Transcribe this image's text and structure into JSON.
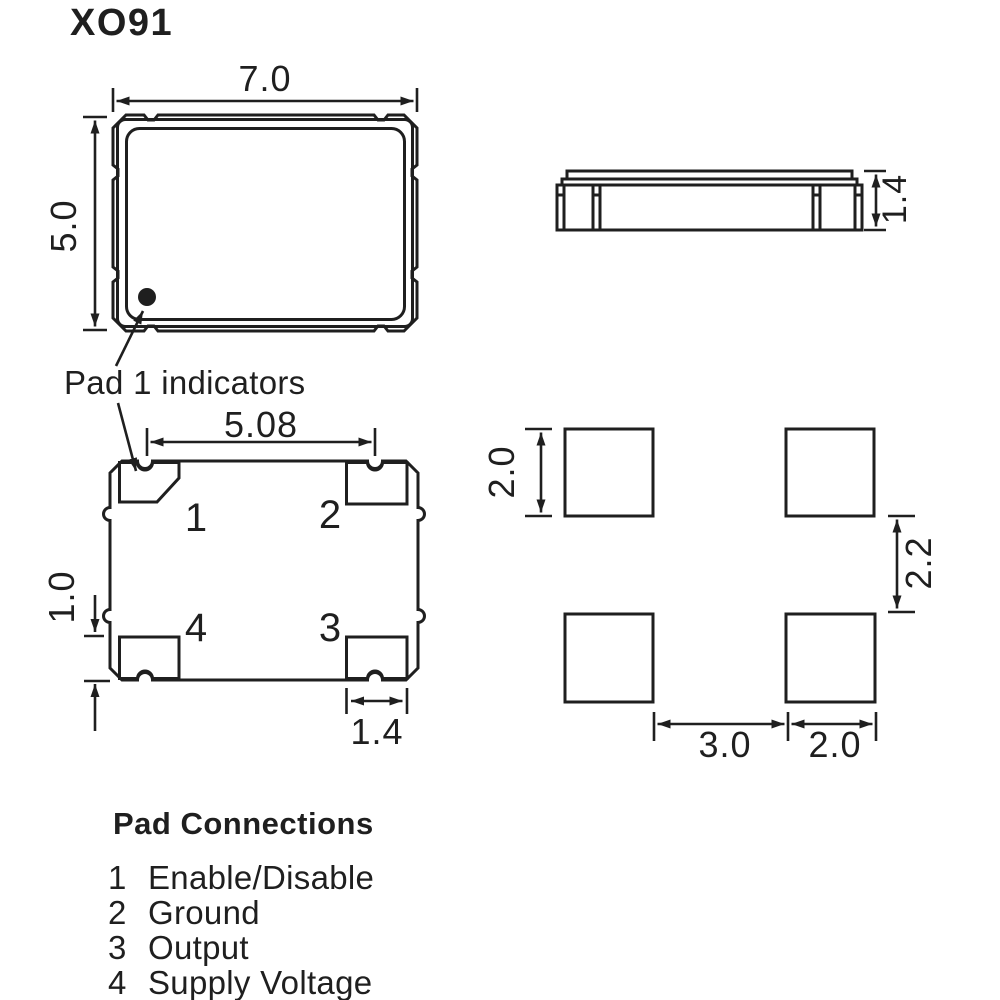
{
  "page_title": "XO91",
  "colors": {
    "line": "#1f1f1f",
    "background": "#ffffff"
  },
  "top_view": {
    "width_label": "7.0",
    "height_label": "5.0"
  },
  "side_view": {
    "thickness_label": "1.4"
  },
  "bottom_view": {
    "pad_span_label": "5.08",
    "pad_offset_label": "1.0",
    "pad_width_label": "1.4",
    "indicator_label": "Pad 1 indicators",
    "pad_numbers": {
      "p1": "1",
      "p2": "2",
      "p3": "3",
      "p4": "4"
    }
  },
  "land_pattern": {
    "pad_height_label": "2.0",
    "row_gap_label": "2.2",
    "column_gap_label": "3.0",
    "pad_width_label": "2.0"
  },
  "pad_connections": {
    "title": "Pad Connections",
    "items": [
      {
        "num": "1",
        "label": "Enable/Disable"
      },
      {
        "num": "2",
        "label": "Ground"
      },
      {
        "num": "3",
        "label": "Output"
      },
      {
        "num": "4",
        "label": "Supply Voltage"
      }
    ]
  }
}
